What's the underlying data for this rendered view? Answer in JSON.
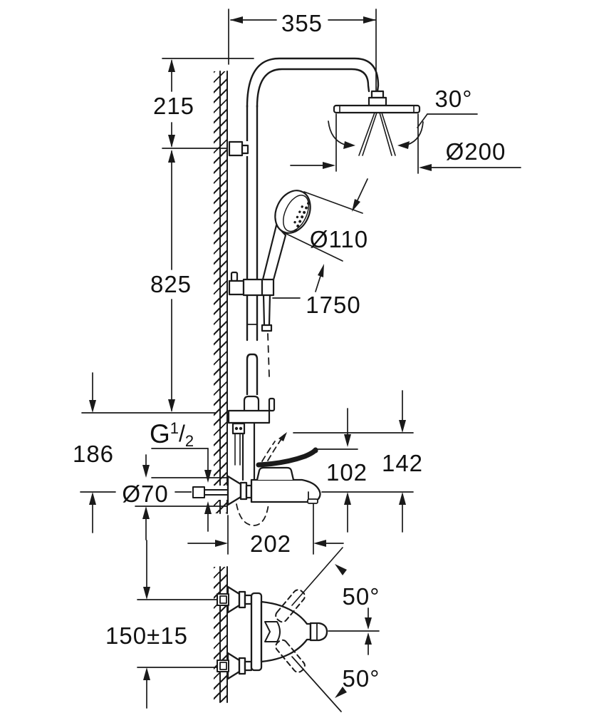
{
  "drawing": {
    "kind": "technical dimension drawing",
    "subject": "wall-mounted shower system with head shower, hand shower on rail and bath/shower mixer (side view and plan view)"
  },
  "dims": {
    "arm_width": "355",
    "head_drop": "215",
    "rail_height": "825",
    "spray_angle": "30°",
    "head_diameter": "Ø200",
    "hand_shower_diameter": "Ø110",
    "hose_length": "1750",
    "connection_height": "186",
    "escutcheon_diameter": "Ø70",
    "lever_height": "102",
    "lever_raised_height": "142",
    "spout_projection": "202",
    "connection_centers": "150±15",
    "swivel_up": "50°",
    "swivel_down": "50°",
    "thread": {
      "g": "G",
      "sup": "1",
      "slash": "/",
      "sub": "2"
    }
  }
}
